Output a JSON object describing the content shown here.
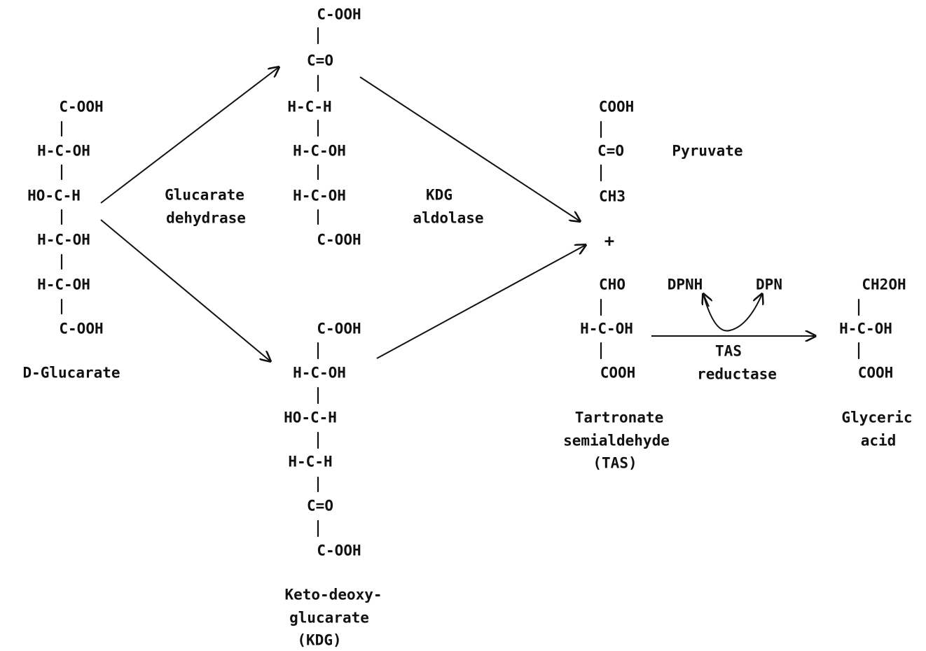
{
  "molecules": {
    "glucarate": {
      "name": "D-Glucarate",
      "lines": [
        "C-OOH",
        "H-C-OH",
        "HO-C-H",
        "H-C-OH",
        "H-C-OH",
        "C-OOH"
      ]
    },
    "dehydrated": {
      "lines": [
        "C-OOH",
        "C=O",
        "H-C-H",
        "H-C-OH",
        "H-C-OH",
        "C-OOH"
      ]
    },
    "kdg": {
      "name_lines": [
        "Keto-deoxy-",
        "glucarate",
        "(KDG)"
      ],
      "lines": [
        "C-OOH",
        "H-C-OH",
        "HO-C-H",
        "H-C-H",
        "C=O",
        "C-OOH"
      ]
    },
    "pyruvate": {
      "name": "Pyruvate",
      "lines": [
        "COOH",
        "C=O",
        "CH3"
      ]
    },
    "tas": {
      "name_lines": [
        "Tartronate",
        "semialdehyde",
        "(TAS)"
      ],
      "lines": [
        "CHO",
        "H-C-OH",
        "COOH"
      ]
    },
    "glyceric": {
      "name_lines": [
        "Glyceric",
        "acid"
      ],
      "lines": [
        "CH2OH",
        "H-C-OH",
        "COOH"
      ]
    }
  },
  "enzymes": {
    "glucarate_dehydrase": [
      "Glucarate",
      "dehydrase"
    ],
    "kdg_aldolase": [
      "KDG",
      "aldolase"
    ],
    "tas_reductase": [
      "TAS",
      "reductase"
    ]
  },
  "cofactors": {
    "dpnh": "DPNH",
    "dpn": "DPN"
  },
  "plus_sign": "+",
  "style": {
    "ink": "#111111",
    "background": "#ffffff"
  }
}
